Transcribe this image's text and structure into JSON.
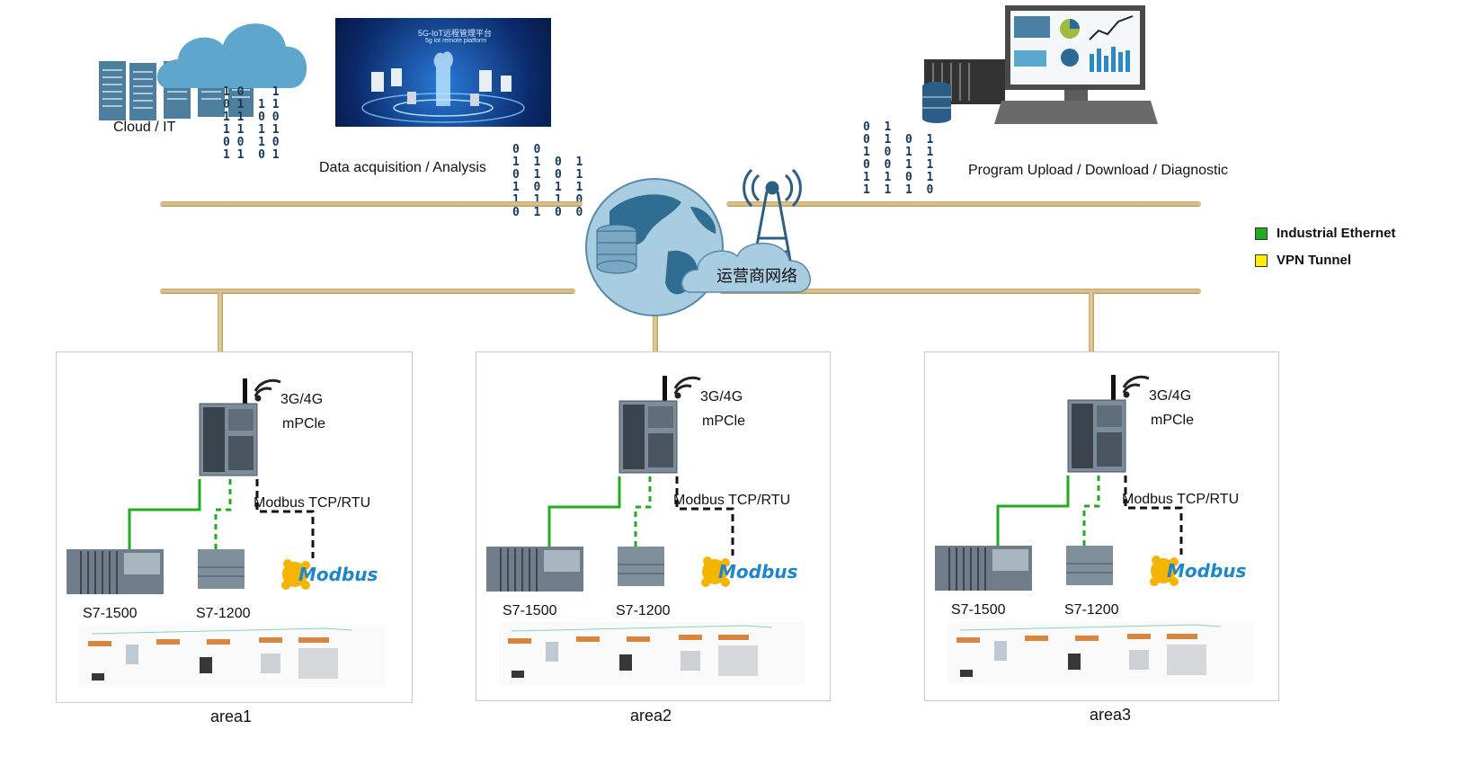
{
  "top": {
    "cloud_label": "Cloud / IT",
    "data_label": "Data acquisition / Analysis",
    "program_label": "Program Upload / Download / Diagnostic",
    "network_label": "运营商网络",
    "screen_title": "5G-IoT远程管理平台",
    "screen_subtitle": "5g iot remote platform"
  },
  "legend": {
    "items": [
      {
        "label": "Industrial Ethernet",
        "color": "#22aa22"
      },
      {
        "label": "VPN Tunnel",
        "color": "#ffee00"
      }
    ]
  },
  "areas": [
    {
      "name": "area1",
      "wireless": "3G/4G",
      "module": "mPCle",
      "protocol": "Modbus TCP/RTU",
      "plc1": "S7-1500",
      "plc2": "S7-1200",
      "modbus": "Modbus"
    },
    {
      "name": "area2",
      "wireless": "3G/4G",
      "module": "mPCle",
      "protocol": "Modbus TCP/RTU",
      "plc1": "S7-1500",
      "plc2": "S7-1200",
      "modbus": "Modbus"
    },
    {
      "name": "area3",
      "wireless": "3G/4G",
      "module": "mPCle",
      "protocol": "Modbus TCP/RTU",
      "plc1": "S7-1500",
      "plc2": "S7-1200",
      "modbus": "Modbus"
    }
  ],
  "colors": {
    "ethernet": "#22aa22",
    "bus": "#d8bc80",
    "dark_line": "#111111",
    "accent_blue": "#5a97b8"
  }
}
